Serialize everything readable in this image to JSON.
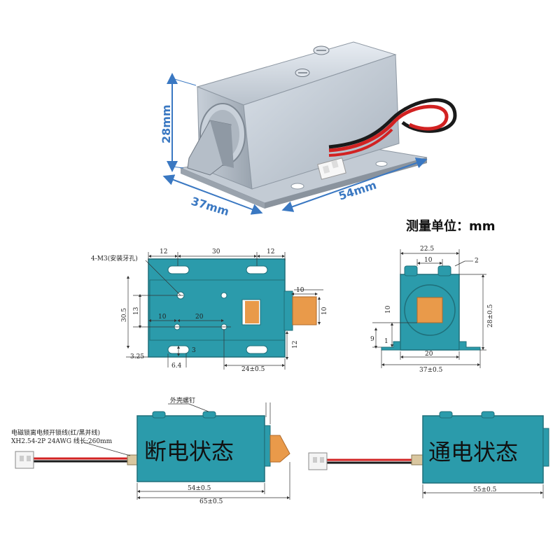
{
  "photo": {
    "height": "28mm",
    "width": "37mm",
    "length": "54mm"
  },
  "unit_label": "测量单位：mm",
  "front_view": {
    "hole_note": "4-M3(安装牙孔)",
    "d_top_left": "12",
    "d_top_mid": "30",
    "d_top_right": "12",
    "d_height": "30.5",
    "d_inner_h": "13",
    "d_10": "10",
    "d_20": "20",
    "d_3": "3",
    "d_325": "3.25",
    "d_64": "6.4",
    "d_24": "24±0.5",
    "d_12": "12",
    "d_bolt_w": "10",
    "d_bolt_h": "10"
  },
  "side_view": {
    "d_225": "22.5",
    "d_10": "10",
    "d_2": "2",
    "d_28": "28±0.5",
    "d_10v": "10",
    "d_9": "9",
    "d_1": "1",
    "d_20": "20",
    "d_37": "37±0.5"
  },
  "off_state": {
    "title": "断电状态",
    "screw_note": "外壳螺钉",
    "wire_note1": "电磁锁离电频开锁线(红/黑并线)",
    "wire_note2": "XH2.54-2P 24AWG 线长:260mm",
    "d_54": "54±0.5",
    "d_65": "65±0.5"
  },
  "on_state": {
    "title": "通电状态",
    "d_55": "55±0.5"
  },
  "colors": {
    "teal": "#2b9bab",
    "bolt": "#e99a4a",
    "dim_blue": "#3a78c2"
  }
}
